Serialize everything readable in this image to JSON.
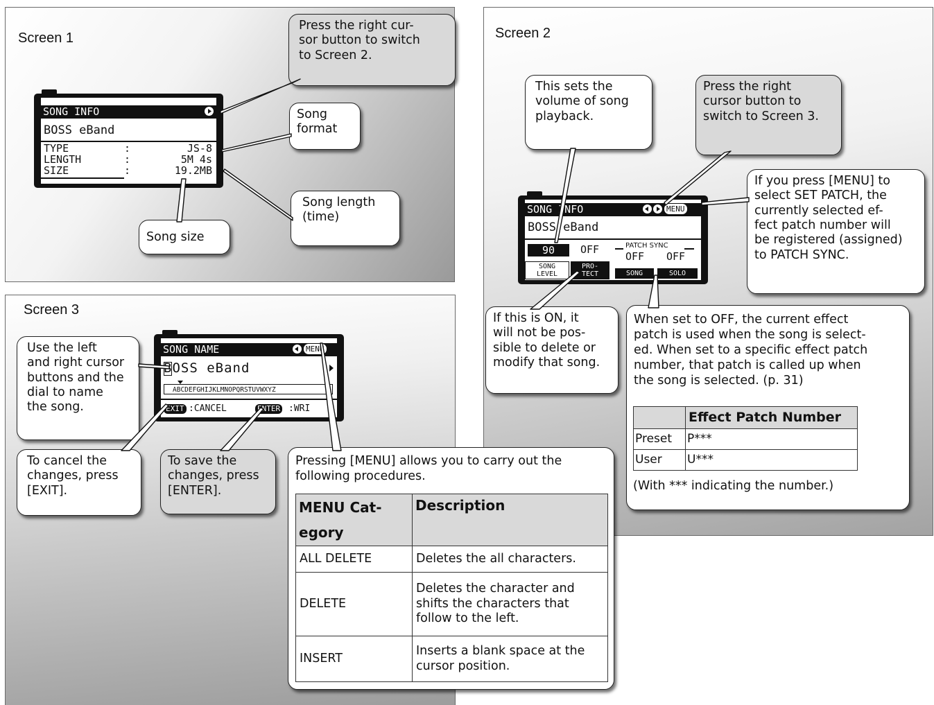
{
  "screen1": {
    "title": "Screen 1",
    "lcd": {
      "header": "SONG INFO",
      "name": "BOSS eBand",
      "rows": [
        [
          "TYPE",
          ":",
          "JS-8"
        ],
        [
          "LENGTH",
          ":",
          "5M 4s"
        ],
        [
          "SIZE",
          ":",
          "19.2MB"
        ]
      ]
    },
    "callout_right": "Press the right cur-\nsor button to switch\nto Screen 2.",
    "callout_format": "Song\nformat",
    "callout_length": "Song length\n(time)",
    "callout_size": "Song size"
  },
  "screen2": {
    "title": "Screen 2",
    "lcd": {
      "header": "SONG INFO",
      "menu": "MENU",
      "name": "BOSS eBand",
      "level": "90",
      "protect": "OFF",
      "patch_sync": "PATCH SYNC",
      "song_val": "OFF",
      "solo_val": "OFF",
      "foot_level": "SONG\nLEVEL",
      "foot_protect": "PRO-\nTECT",
      "foot_song": "SONG",
      "foot_solo": "SOLO"
    },
    "callout_volume": "This sets the\nvolume of song\nplayback.",
    "callout_right": "Press the right\ncursor button to\nswitch to Screen 3.",
    "callout_menu": "If you press [MENU] to\nselect SET PATCH, the\ncurrently selected ef-\nfect patch number will\nbe registered (assigned)\nto PATCH SYNC.",
    "callout_protect": "If this is ON, it\nwill not be pos-\nsible to delete or\nmodify that song.",
    "callout_sync": "When set to OFF, the current effect\npatch is used when the song is select-\ned. When set to a specific effect patch\nnumber, that patch is called up when\nthe song is selected. (p. 31)",
    "patch_table": {
      "header": "Effect Patch Number",
      "rows": [
        [
          "Preset",
          "P***"
        ],
        [
          "User",
          "U***"
        ]
      ]
    },
    "note": "(With *** indicating the number.)"
  },
  "screen3": {
    "title": "Screen 3",
    "lcd": {
      "header": "SONG NAME",
      "menu": "MENU",
      "name": "BOSS eBand",
      "chars": "ABCDEFGHIJKLMNOPQRSTUVWXYZ",
      "exit": "EXIT",
      "cancel": ":CANCEL",
      "enter": "ENTER",
      "write": ":WRI"
    },
    "callout_name": "Use the left\nand right cursor\nbuttons and the\ndial to name\nthe song.",
    "callout_cancel": "To cancel the\nchanges, press\n[EXIT].",
    "callout_save": "To save the\nchanges, press\n[ENTER].",
    "menu_box": {
      "intro": "Pressing [MENU] allows you to carry out the\nfollowing procedures.",
      "headers": [
        "MENU Cat-\negory",
        "Description"
      ],
      "rows": [
        [
          "ALL DELETE",
          "Deletes the all characters."
        ],
        [
          "DELETE",
          "Deletes the character and\nshifts the characters that\nfollow to the left."
        ],
        [
          "INSERT",
          "Inserts a blank space at the\ncursor position."
        ]
      ]
    }
  }
}
